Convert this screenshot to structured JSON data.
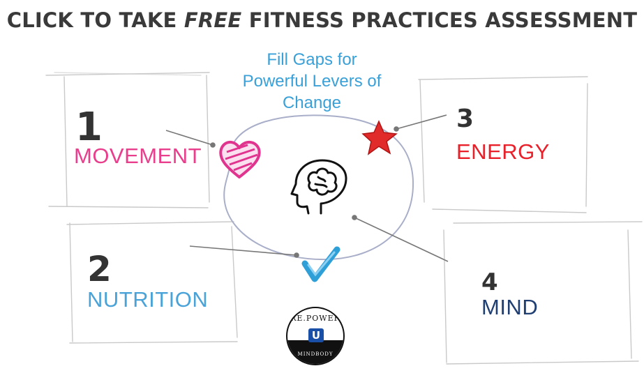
{
  "title": {
    "prefix": "CLICK TO TAKE ",
    "emphasis": "FREE",
    "suffix": " FITNESS PRACTICES ASSESSMENT"
  },
  "caption": {
    "line1": "Fill Gaps for",
    "line2": "Powerful Levers of",
    "line3": "Change"
  },
  "pillars": [
    {
      "number": "1",
      "label": "MOVEMENT",
      "color": "#e83e8c",
      "icon": "heart-icon"
    },
    {
      "number": "2",
      "label": "NUTRITION",
      "color": "#4aa3d8",
      "icon": "checkmark-icon"
    },
    {
      "number": "3",
      "label": "ENERGY",
      "color": "#e8202a",
      "icon": "star-icon"
    },
    {
      "number": "4",
      "label": "MIND",
      "color": "#1f3f73",
      "icon": "brain-head-icon"
    }
  ],
  "logo": {
    "top_text": "RE.POWER",
    "mark": "U",
    "bottom_text": "MINDBODY"
  },
  "colors": {
    "title": "#3a3a3a",
    "caption": "#3aa0d8",
    "circle": "#a9aec9"
  }
}
